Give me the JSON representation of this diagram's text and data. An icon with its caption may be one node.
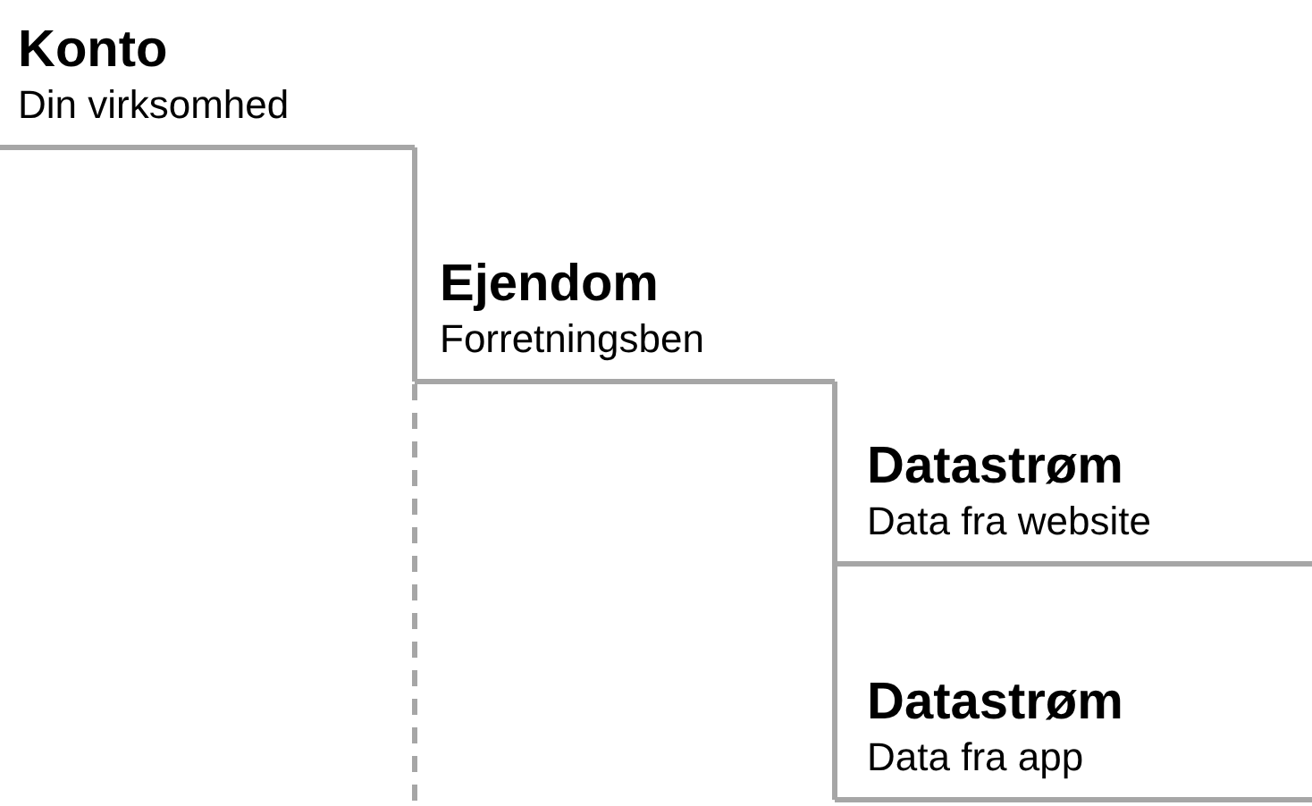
{
  "diagram": {
    "nodes": [
      {
        "text": [
          "Konto",
          "Din virksomhed"
        ]
      },
      {
        "text": [
          "Ejendom",
          "Forretningsben"
        ]
      },
      {
        "text": [
          "Datastrøm",
          "Data fra website"
        ]
      },
      {
        "text": [
          "Datastrøm",
          "Data fra app"
        ]
      }
    ],
    "edges": [
      {
        "from": 0,
        "to": 1,
        "arrow": "none"
      },
      {
        "from": 1,
        "to": 2,
        "arrow": "none"
      },
      {
        "from": 1,
        "to": 3,
        "arrow": "none"
      },
      {
        "from": 1,
        "to": null,
        "arrow": "none",
        "style": "dashed"
      }
    ]
  }
}
